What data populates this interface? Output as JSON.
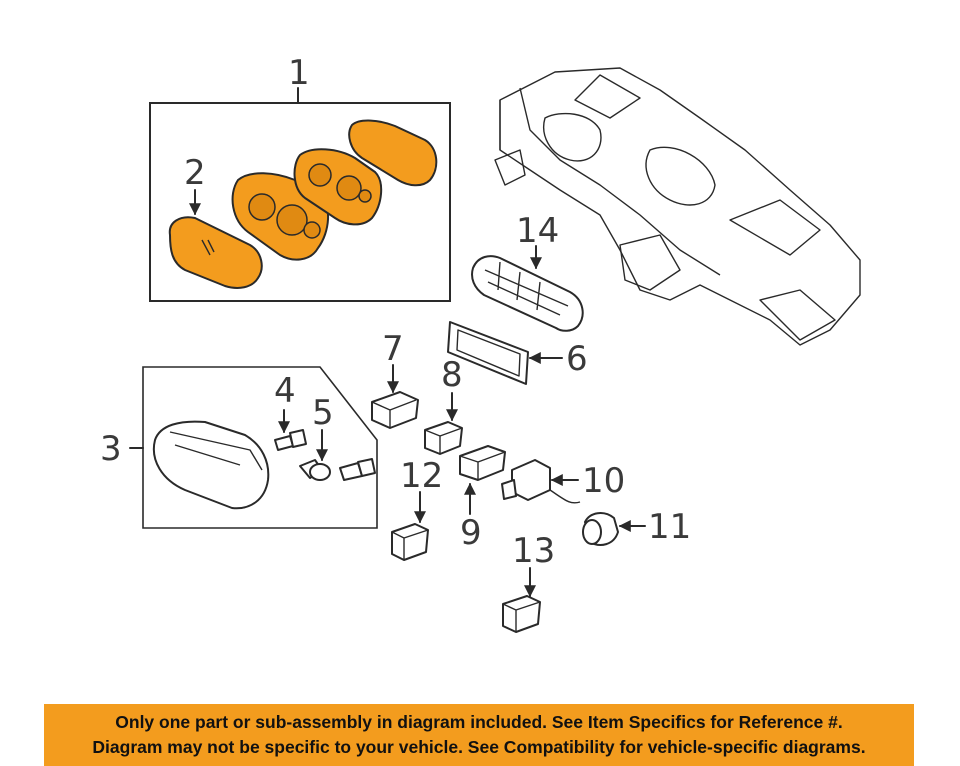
{
  "diagram": {
    "callouts": {
      "c1": "1",
      "c2": "2",
      "c3": "3",
      "c4": "4",
      "c5": "5",
      "c6": "6",
      "c7": "7",
      "c8": "8",
      "c9": "9",
      "c10": "10",
      "c11": "11",
      "c12": "12",
      "c13": "13",
      "c14": "14"
    },
    "highlight_color": "#F39C1E"
  },
  "disclaimer": {
    "line1": "Only one part or sub-assembly in diagram included. See Item Specifics for Reference #.",
    "line2": "Diagram may not be specific to your vehicle. See Compatibility for vehicle-specific diagrams."
  }
}
